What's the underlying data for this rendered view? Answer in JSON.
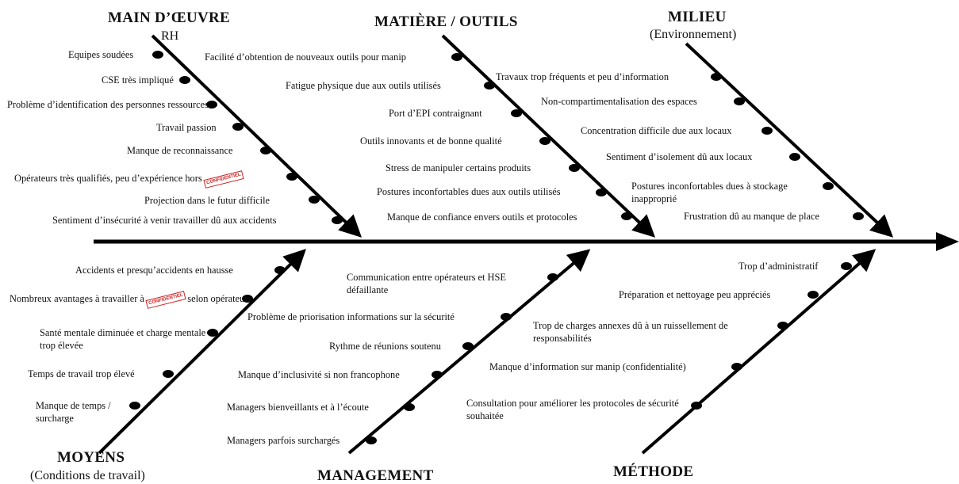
{
  "categories": {
    "main_oeuvre": {
      "title": "MAIN D’ŒUVRE",
      "subtitle": "RH"
    },
    "matiere": {
      "title": "MATIÈRE / OUTILS"
    },
    "milieu": {
      "title": "MILIEU",
      "subtitle": "(Environnement)"
    },
    "moyens": {
      "title": "MOYENS",
      "subtitle": "(Conditions de travail)"
    },
    "management": {
      "title": "MANAGEMENT"
    },
    "methode": {
      "title": "MÉTHODE"
    }
  },
  "causes": {
    "main_oeuvre": [
      "Equipes soudées",
      "CSE très impliqué",
      "Problème d’identification des personnes ressources",
      "Travail passion",
      "Manque de reconnaissance",
      "Opérateurs très qualifiés, peu d’expérience hors",
      "Projection dans le futur difficile",
      "Sentiment d’insécurité à venir travailler dû aux accidents"
    ],
    "matiere": [
      "Facilité d’obtention de nouveaux outils pour manip",
      "Fatigue physique due aux outils utilisés",
      "Port d’EPI contraignant",
      "Outils innovants et de bonne qualité",
      "Stress de manipuler certains produits",
      "Postures inconfortables dues aux outils utilisés",
      "Manque de confiance envers outils et protocoles"
    ],
    "milieu": [
      "Travaux trop fréquents et peu d’information",
      "Non-compartimentalisation des espaces",
      "Concentration difficile due aux locaux",
      "Sentiment d’isolement dû aux locaux",
      "Postures inconfortables dues à stockage inapproprié",
      "Frustration dû au manque de place"
    ],
    "moyens": [
      "Accidents et presqu’accidents en hausse",
      "Nombreux avantages à travailler à",
      "selon opérateurs",
      "Santé mentale diminuée et charge mentale trop élevée",
      "Temps de travail trop élevé",
      "Manque de temps / surcharge"
    ],
    "management": [
      "Communication entre opérateurs et HSE défaillante",
      "Problème de priorisation informations sur la sécurité",
      "Rythme de réunions soutenu",
      "Manque d’inclusivité si non francophone",
      "Managers bienveillants et à l’écoute",
      "Managers parfois surchargés"
    ],
    "methode": [
      "Trop d’administratif",
      "Préparation et nettoyage peu appréciés",
      "Trop de charges annexes dû à un ruissellement de responsabilités",
      "Manque d’information sur manip (confidentialité)",
      "Consultation pour améliorer les protocoles de sécurité souhaitée"
    ]
  },
  "stamps": {
    "confidential": "CONFIDENTIEL"
  },
  "colors": {
    "line": "#000000",
    "stamp": "#cc2222"
  },
  "icons": {
    "bone_end": "arrowhead",
    "cause_marker": "oval-dot",
    "stamp": "confidential-stamp"
  }
}
